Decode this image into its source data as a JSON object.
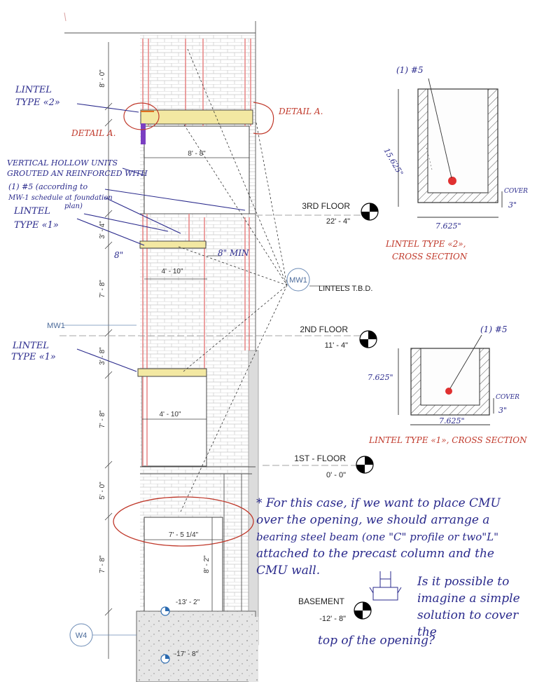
{
  "colors": {
    "blue_ink": "#2a2a8c",
    "red_ink": "#c0392b",
    "lintel_yellow": "#f3e8a2",
    "grout_red": "#e98c8c",
    "concrete": "#d9d9d9"
  },
  "annotations": {
    "lintel_type2_label_line1": "LINTEL",
    "lintel_type2_label_line2": "TYPE «2»",
    "detail_a_left": "DETAIL A.",
    "detail_a_right": "DETAIL A.",
    "vertical_note_line1": "VERTICAL HOLLOW UNITS",
    "vertical_note_line2": "GROUTED AN REINFORCED WITH",
    "vertical_note_line3": "(1) #5 (according to",
    "vertical_note_line4": "MW-1 schedule at foundation",
    "vertical_note_line5": "plan)",
    "lintel_type1_upper_line1": "LINTEL",
    "lintel_type1_upper_line2": "TYPE «1»",
    "lintel_type1_lower_line1": "LINTEL",
    "lintel_type1_lower_line2": "TYPE «1»",
    "bearing_left": "8\"",
    "bearing_right": "8\" MIN"
  },
  "dimensions": {
    "d_8_0": "8' - 0\"",
    "d_3_4": "3' - 4\"",
    "d_7_8_a": "7' - 8\"",
    "d_3_8": "3' - 8\"",
    "d_7_8_b": "7' - 8\"",
    "d_5_0": "5' - 0\"",
    "d_7_8_c": "7' - 8\"",
    "opening_8_8": "8' - 8\"",
    "opening_4_10_a": "4' - 10\"",
    "opening_4_10_b": "4' - 10\"",
    "opening_7_5": "7' - 5 1/4\"",
    "opening_8_2": "8' - 2\"",
    "elev_13_2": "-13' - 2\"",
    "elev_17_8": "-17' - 8\""
  },
  "levels": [
    {
      "name": "3RD FLOOR",
      "elevation": "22' - 4\""
    },
    {
      "name": "2ND FLOOR",
      "elevation": "11' - 4\""
    },
    {
      "name": "1ST - FLOOR",
      "elevation": "0' - 0\""
    },
    {
      "name": "BASEMENT",
      "elevation": "-12' - 8\""
    }
  ],
  "tags": {
    "mw1_bubble": "MW1",
    "mw1_left": "MW1",
    "w4": "W4",
    "lintels_note": "LINTELS T.B.D."
  },
  "section_type2": {
    "bar": "(1) #5",
    "height": "15.625\"",
    "width": "7.625\"",
    "cover_label": "COVER",
    "cover_value": "3\"",
    "title_line1": "LINTEL TYPE «2»,",
    "title_line2": "CROSS SECTION"
  },
  "section_type1": {
    "bar": "(1) #5",
    "height": "7.625\"",
    "width": "7.625\"",
    "cover_label": "COVER",
    "cover_value": "3\"",
    "title": "LINTEL TYPE «1», CROSS SECTION"
  },
  "question": {
    "line1": "* For this case, if we want to place CMU",
    "line2": "over the opening, we should arrange a",
    "line3": "bearing steel beam (one \"C\" profile or two\"L\"",
    "line4": "attached to the precast column and the",
    "line5": "CMU wall.",
    "line6": "Is it possible to",
    "line7": "imagine a simple",
    "line8": "solution to cover the",
    "line9": "top of the opening?"
  }
}
